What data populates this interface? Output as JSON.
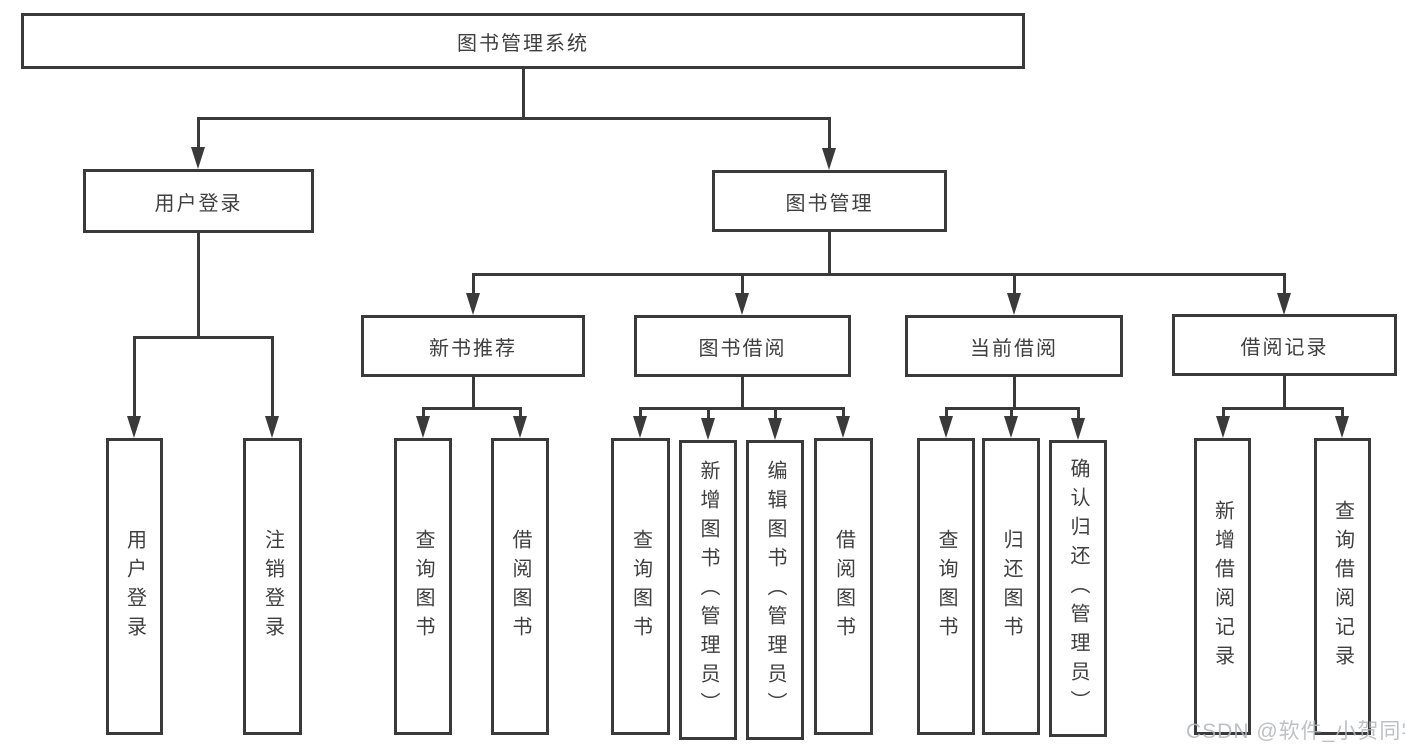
{
  "diagram": {
    "root": {
      "label": "图书管理系统"
    },
    "branches": [
      {
        "label": "用户登录",
        "children": [
          {
            "label": "用户登录"
          },
          {
            "label": "注销登录"
          }
        ]
      },
      {
        "label": "图书管理",
        "children": [
          {
            "label": "新书推荐",
            "children": [
              {
                "label": "查询图书"
              },
              {
                "label": "借阅图书"
              }
            ]
          },
          {
            "label": "图书借阅",
            "children": [
              {
                "label": "查询图书"
              },
              {
                "label": "新增图书（管理员）"
              },
              {
                "label": "编辑图书（管理员）"
              },
              {
                "label": "借阅图书"
              }
            ]
          },
          {
            "label": "当前借阅",
            "children": [
              {
                "label": "查询图书"
              },
              {
                "label": "归还图书"
              },
              {
                "label": "确认归还（管理员）"
              }
            ]
          },
          {
            "label": "借阅记录",
            "children": [
              {
                "label": "新增借阅记录"
              },
              {
                "label": "查询借阅记录"
              }
            ]
          }
        ]
      }
    ]
  },
  "colors": {
    "line": "#3a3a3a",
    "text": "#3f3f3f",
    "background": "#ffffff"
  },
  "watermark": {
    "text": "CSDN @软件_小贺同学"
  }
}
